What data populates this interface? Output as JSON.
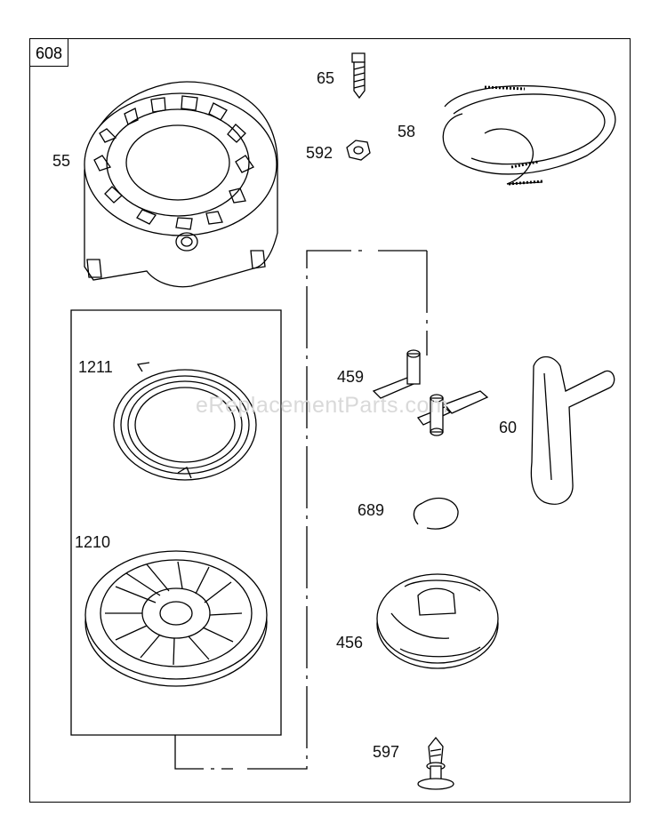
{
  "diagram": {
    "id_label": "608",
    "watermark": "eReplacementParts.com",
    "parts": {
      "p55": "55",
      "p65": "65",
      "p592": "592",
      "p58": "58",
      "p1211": "1211",
      "p1210": "1210",
      "p459": "459",
      "p60": "60",
      "p689": "689",
      "p456": "456",
      "p597": "597"
    }
  }
}
